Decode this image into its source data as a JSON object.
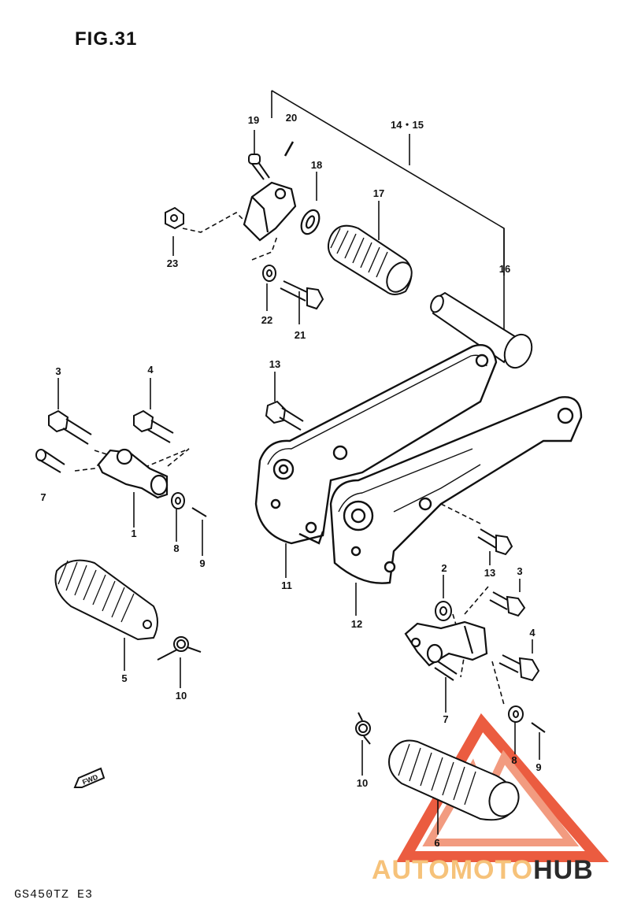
{
  "figure_title": "FIG.31",
  "model_code": "GS450TZ E3",
  "fwd_label": "FWD",
  "watermark": {
    "part1": "AUTOMOTO",
    "part2": "HUB",
    "accent_color": "#e8401f",
    "text_color": "#f6c27a",
    "dark_color": "#2a2a2a"
  },
  "callouts": [
    {
      "id": "c19",
      "label": "19"
    },
    {
      "id": "c20",
      "label": "20"
    },
    {
      "id": "c1415",
      "label": "14・15"
    },
    {
      "id": "c18",
      "label": "18"
    },
    {
      "id": "c17",
      "label": "17"
    },
    {
      "id": "c23",
      "label": "23"
    },
    {
      "id": "c16",
      "label": "16"
    },
    {
      "id": "c22",
      "label": "22"
    },
    {
      "id": "c21",
      "label": "21"
    },
    {
      "id": "c3a",
      "label": "3"
    },
    {
      "id": "c4a",
      "label": "4"
    },
    {
      "id": "c13a",
      "label": "13"
    },
    {
      "id": "c7a",
      "label": "7"
    },
    {
      "id": "c1",
      "label": "1"
    },
    {
      "id": "c8a",
      "label": "8"
    },
    {
      "id": "c9a",
      "label": "9"
    },
    {
      "id": "c11",
      "label": "11"
    },
    {
      "id": "c2",
      "label": "2"
    },
    {
      "id": "c13b",
      "label": "13"
    },
    {
      "id": "c3b",
      "label": "3"
    },
    {
      "id": "c12",
      "label": "12"
    },
    {
      "id": "c4b",
      "label": "4"
    },
    {
      "id": "c5",
      "label": "5"
    },
    {
      "id": "c10a",
      "label": "10"
    },
    {
      "id": "c7b",
      "label": "7"
    },
    {
      "id": "c8b",
      "label": "8"
    },
    {
      "id": "c9b",
      "label": "9"
    },
    {
      "id": "c10b",
      "label": "10"
    },
    {
      "id": "c6",
      "label": "6"
    }
  ]
}
